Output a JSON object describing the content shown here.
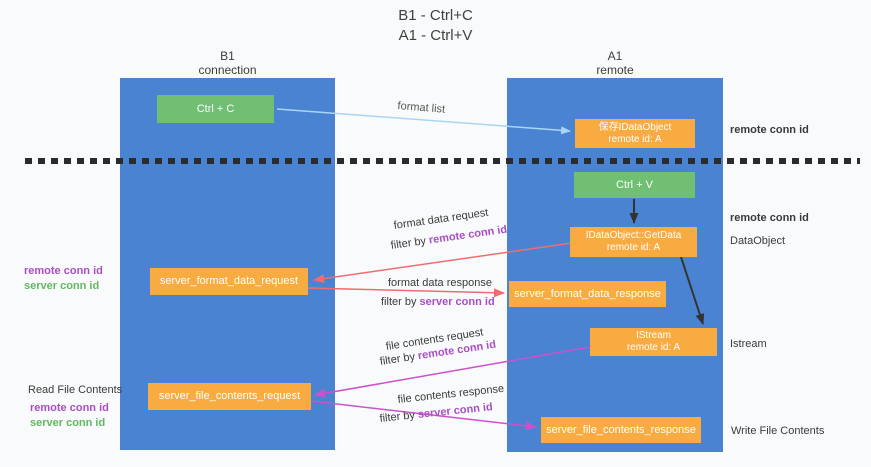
{
  "title": [
    "B1 - Ctrl+C",
    "A1 - Ctrl+V"
  ],
  "lanes": {
    "b1": {
      "name": "B1",
      "role": "connection"
    },
    "a1": {
      "name": "A1",
      "role": "remote"
    }
  },
  "nodes": {
    "ctrl_c": {
      "label": "Ctrl + C"
    },
    "save_dataobject": {
      "line1": "保存IDataObject",
      "line2": "remote id: A"
    },
    "ctrl_v": {
      "label": "Ctrl + V"
    },
    "getdata": {
      "line1": "IDataObject::GetData",
      "line2": "remote id: A"
    },
    "server_format_data_request": {
      "label": "server_format_data_request"
    },
    "server_format_data_response": {
      "label": "server_format_data_response"
    },
    "istream": {
      "line1": "IStream",
      "line2": "remote id: A"
    },
    "server_file_contents_request": {
      "label": "server_file_contents_request"
    },
    "server_file_contents_response": {
      "label": "server_file_contents_response"
    }
  },
  "arrows": {
    "format_list": "format list",
    "format_data_request": "format data request",
    "format_data_response": "format data response",
    "file_contents_request": "file contents request",
    "file_contents_response": "file contents response",
    "filter_by": "filter by",
    "remote_conn_id": "remote conn id",
    "server_conn_id": "server conn id"
  },
  "annotations": {
    "remote_conn_id": "remote conn id",
    "server_conn_id": "server conn id",
    "dataobject": "DataObject",
    "istream": "Istream",
    "read_file_contents": "Read File Contents",
    "write_file_contents": "Write File Contents"
  },
  "colors": {
    "lane_blue": "#4b83d3",
    "node_green": "#70bf72",
    "node_orange": "#f8ab40",
    "remote_conn_id_purple": "#a94fc4",
    "server_conn_id_green": "#62b862",
    "arrow_red": "#ee6d72",
    "arrow_magenta": "#ce50cb",
    "arrow_blue": "#a9d5f5",
    "arrow_black": "#333333",
    "background": "#f9fafb"
  }
}
